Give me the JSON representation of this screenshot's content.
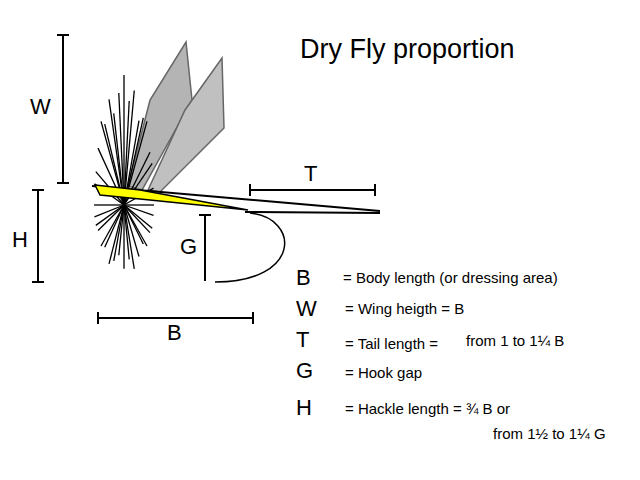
{
  "diagram": {
    "title": "Dry Fly proportion",
    "labels": [
      "W",
      "T",
      "H",
      "G",
      "B",
      "B",
      "= Body length (or dressing area)",
      "W",
      "= Wing heigth = B",
      "T",
      "= Tail length =",
      "from 1 to 1¼ B",
      "G",
      "= Hook gap",
      "H",
      "= Hackle length = ¾ B or",
      "from 1½ to 1¼ G"
    ]
  }
}
